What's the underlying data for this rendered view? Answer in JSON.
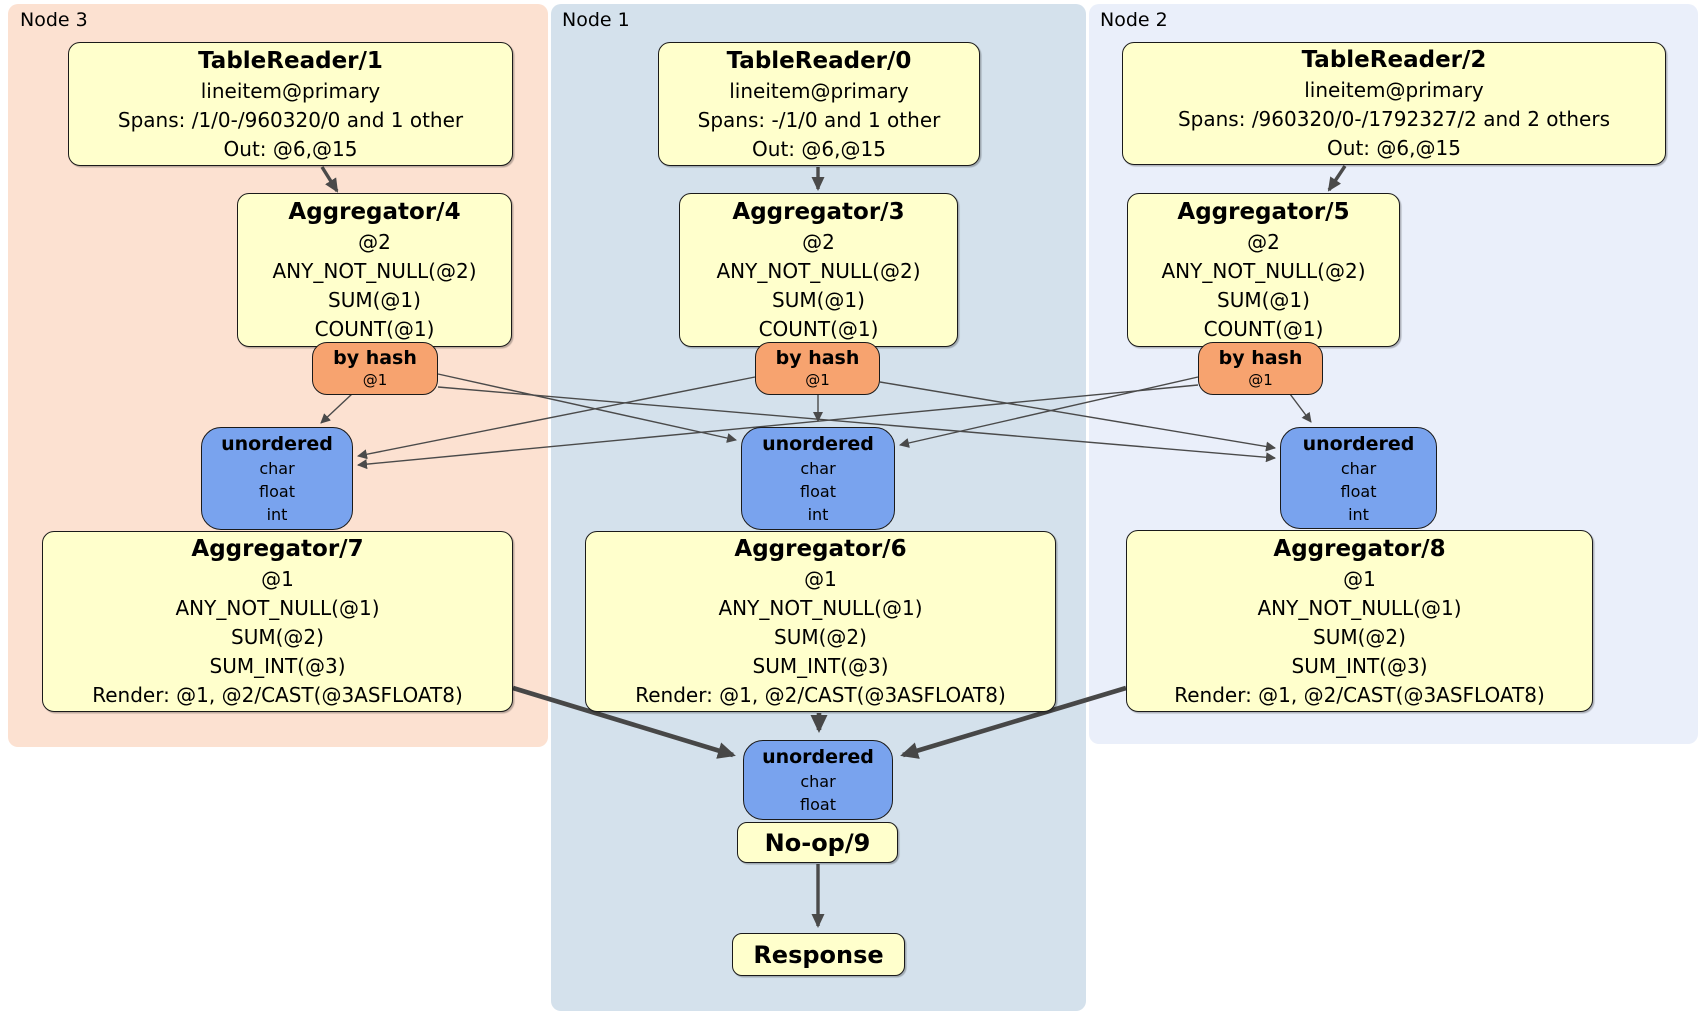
{
  "panels": [
    {
      "label": "Node 3"
    },
    {
      "label": "Node 1"
    },
    {
      "label": "Node 2"
    }
  ],
  "boxes": {
    "tr1": {
      "title": "TableReader/1",
      "lines": [
        "lineitem@primary",
        "Spans: /1/0-/960320/0 and 1 other",
        "Out: @6,@15"
      ]
    },
    "tr0": {
      "title": "TableReader/0",
      "lines": [
        "lineitem@primary",
        "Spans: -/1/0 and 1 other",
        "Out: @6,@15"
      ]
    },
    "tr2": {
      "title": "TableReader/2",
      "lines": [
        "lineitem@primary",
        "Spans: /960320/0-/1792327/2 and 2 others",
        "Out: @6,@15"
      ]
    },
    "agg4": {
      "title": "Aggregator/4",
      "lines": [
        "@2",
        "ANY_NOT_NULL(@2)",
        "SUM(@1)",
        "COUNT(@1)"
      ]
    },
    "agg3": {
      "title": "Aggregator/3",
      "lines": [
        "@2",
        "ANY_NOT_NULL(@2)",
        "SUM(@1)",
        "COUNT(@1)"
      ]
    },
    "agg5": {
      "title": "Aggregator/5",
      "lines": [
        "@2",
        "ANY_NOT_NULL(@2)",
        "SUM(@1)",
        "COUNT(@1)"
      ]
    },
    "router_left": {
      "title": "by hash",
      "lines": [
        "@1"
      ]
    },
    "router_center": {
      "title": "by hash",
      "lines": [
        "@1"
      ]
    },
    "router_right": {
      "title": "by hash",
      "lines": [
        "@1"
      ]
    },
    "sync_left": {
      "title": "unordered",
      "lines": [
        "char",
        "float",
        "int"
      ]
    },
    "sync_center": {
      "title": "unordered",
      "lines": [
        "char",
        "float",
        "int"
      ]
    },
    "sync_right": {
      "title": "unordered",
      "lines": [
        "char",
        "float",
        "int"
      ]
    },
    "agg7": {
      "title": "Aggregator/7",
      "lines": [
        "@1",
        "ANY_NOT_NULL(@1)",
        "SUM(@2)",
        "SUM_INT(@3)",
        "Render: @1, @2/CAST(@3ASFLOAT8)"
      ]
    },
    "agg6": {
      "title": "Aggregator/6",
      "lines": [
        "@1",
        "ANY_NOT_NULL(@1)",
        "SUM(@2)",
        "SUM_INT(@3)",
        "Render: @1, @2/CAST(@3ASFLOAT8)"
      ]
    },
    "agg8": {
      "title": "Aggregator/8",
      "lines": [
        "@1",
        "ANY_NOT_NULL(@1)",
        "SUM(@2)",
        "SUM_INT(@3)",
        "Render: @1, @2/CAST(@3ASFLOAT8)"
      ]
    },
    "sync_final": {
      "title": "unordered",
      "lines": [
        "char",
        "float"
      ]
    },
    "noop": {
      "title": "No-op/9"
    },
    "response": {
      "title": "Response"
    }
  },
  "colors": {
    "node3_bg": "#fce1d1",
    "node1_bg": "#d4e1ec",
    "node2_bg": "#eaeffa",
    "processor_bg": "#ffffcc",
    "router_bg": "#f7a36f",
    "sync_bg": "#79a3ee",
    "edge": "#4a4a4a",
    "border": "#1a1a1a"
  }
}
